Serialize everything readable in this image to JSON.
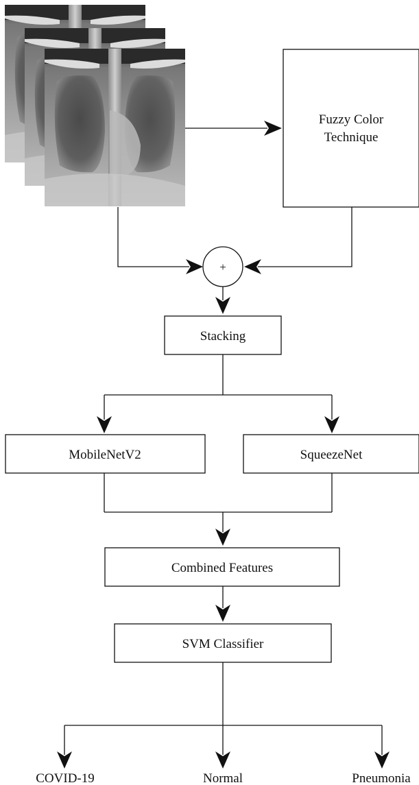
{
  "nodes": {
    "fuzzy_line1": "Fuzzy Color",
    "fuzzy_line2": "Technique",
    "plus": "+",
    "stacking": "Stacking",
    "mobilenet": "MobileNetV2",
    "squeezenet": "SqueezeNet",
    "combined": "Combined Features",
    "svm": "SVM Classifier"
  },
  "outputs": {
    "covid": "COVID-19",
    "normal": "Normal",
    "pneumonia": "Pneumonia"
  },
  "input_images": {
    "count": 3,
    "depicts": "chest X-ray"
  },
  "colors": {
    "stroke": "#111111",
    "background": "#ffffff"
  }
}
